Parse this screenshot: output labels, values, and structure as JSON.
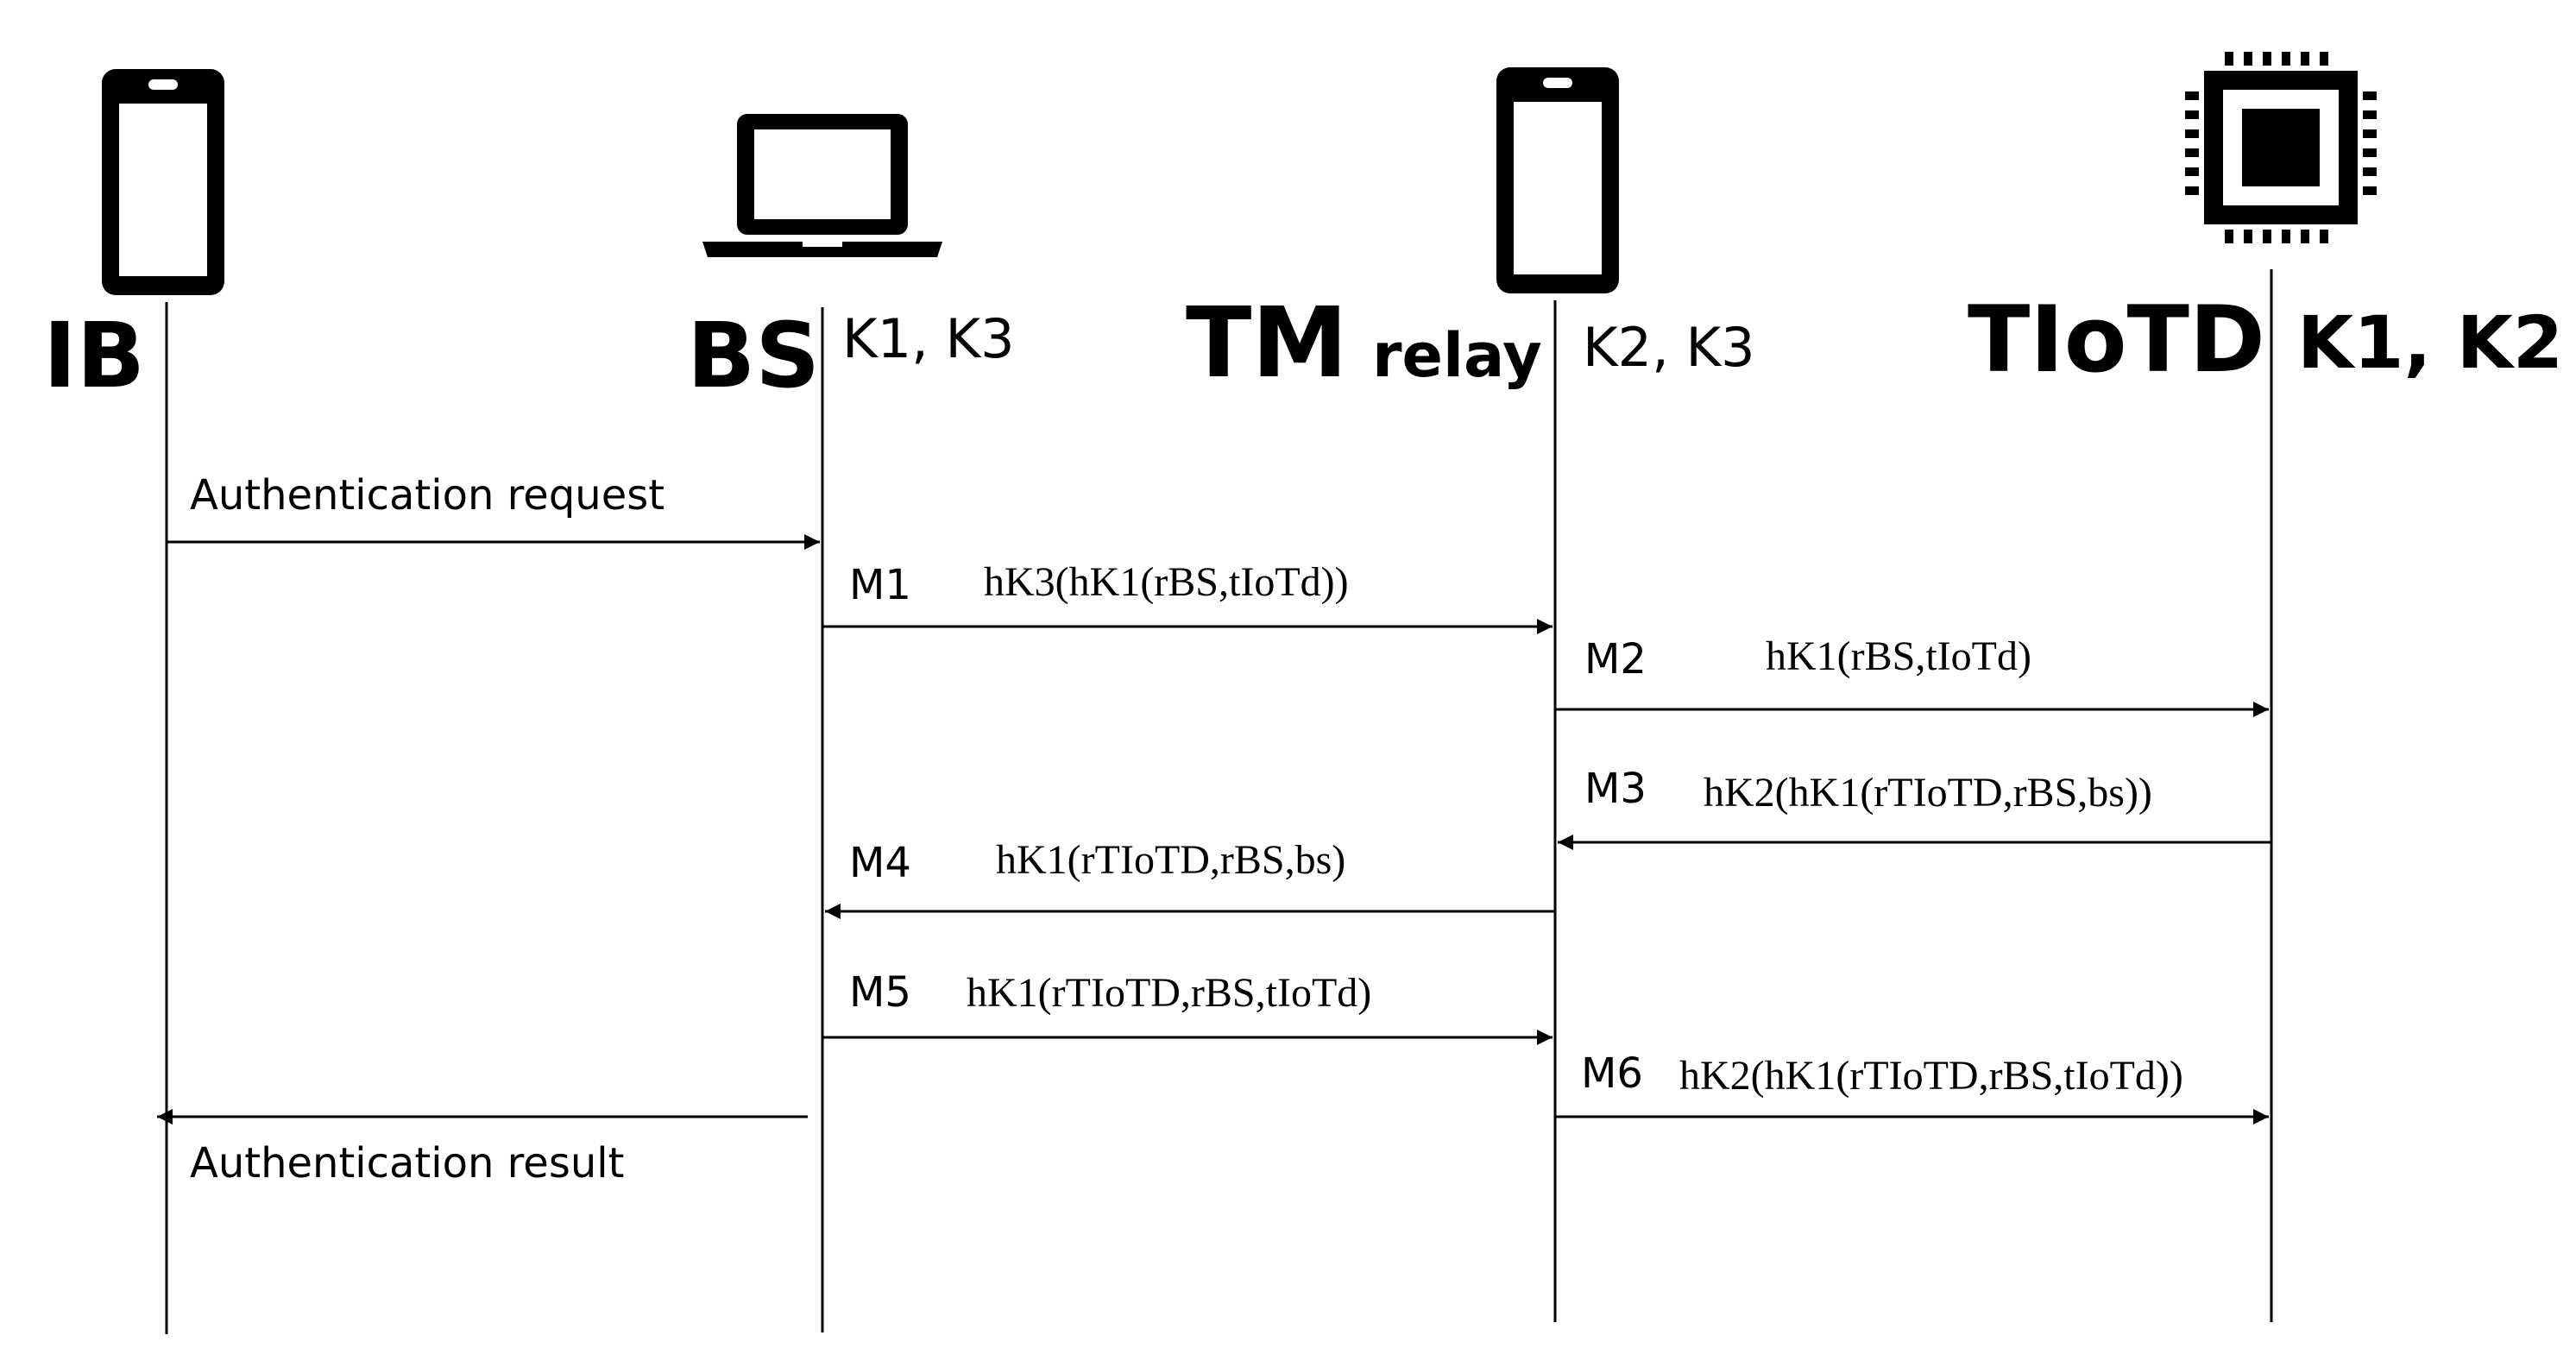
{
  "actors": {
    "ib": {
      "name": "IB",
      "icon": "smartphone-icon"
    },
    "bs": {
      "name": "BS",
      "keys": "K1, K3",
      "icon": "laptop-icon"
    },
    "tm": {
      "name": "TM",
      "sub": "relay",
      "keys": "K2, K3",
      "icon": "smartphone-icon"
    },
    "tiotd": {
      "name": "TIoTD",
      "keys": "K1, K2",
      "icon": "chip-icon"
    }
  },
  "messages": {
    "auth_request": {
      "text": "Authentication request"
    },
    "m1": {
      "id": "M1",
      "text": "hK3(hK1(rBS,tIoTd))"
    },
    "m2": {
      "id": "M2",
      "text": "hK1(rBS,tIoTd)"
    },
    "m3": {
      "id": "M3",
      "text": "hK2(hK1(rTIoTD,rBS,bs))"
    },
    "m4": {
      "id": "M4",
      "text": "hK1(rTIoTD,rBS,bs)"
    },
    "m5": {
      "id": "M5",
      "text": "hK1(rTIoTD,rBS,tIoTd)"
    },
    "m6": {
      "id": "M6",
      "text": "hK2(hK1(rTIoTD,rBS,tIoTd))"
    },
    "auth_result": {
      "text": "Authentication result"
    }
  }
}
